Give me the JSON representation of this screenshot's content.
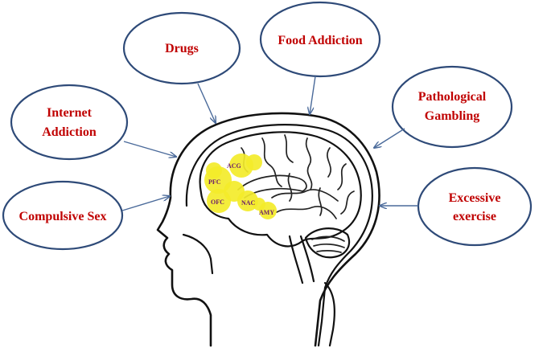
{
  "nodes": [
    {
      "id": "drugs",
      "lines": [
        "Drugs"
      ]
    },
    {
      "id": "food",
      "lines": [
        "Food Addiction"
      ]
    },
    {
      "id": "internet",
      "lines": [
        "Internet",
        "Addiction"
      ]
    },
    {
      "id": "gambling",
      "lines": [
        "Pathological",
        "Gambling"
      ]
    },
    {
      "id": "sex",
      "lines": [
        "Compulsive Sex"
      ]
    },
    {
      "id": "exercise",
      "lines": [
        "Excessive",
        "exercise"
      ]
    }
  ],
  "regions": [
    "ACG",
    "PFC",
    "OFC",
    "NAC",
    "AMY"
  ],
  "colors": {
    "oval_stroke": "#2e4a78",
    "label": "#c00000",
    "highlight": "#f3ec2a",
    "region_label": "#6a1b6a",
    "arrow": "#4a6a9a"
  }
}
